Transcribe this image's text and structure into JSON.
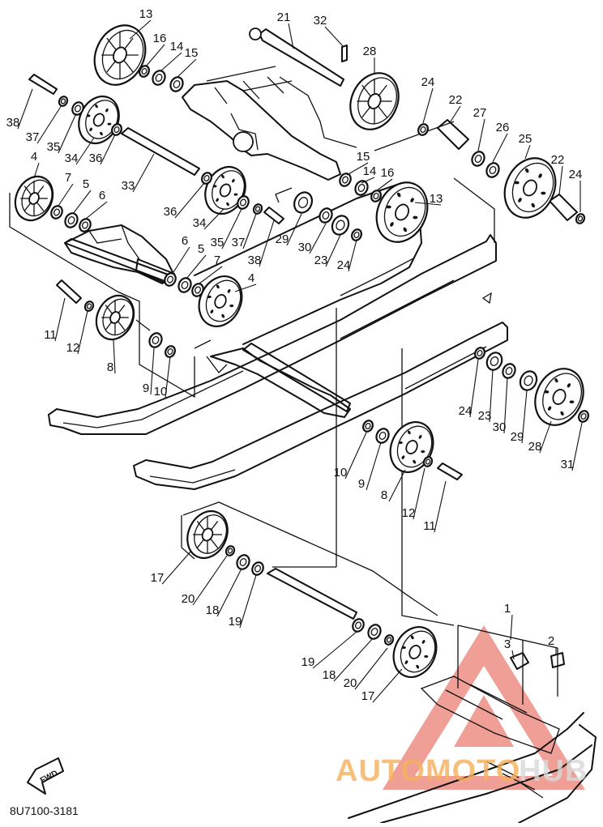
{
  "diagram": {
    "drawing_code": "8U7100-3181",
    "fwd_label": "FWD",
    "watermark": {
      "text_a": "AUTOMOTO",
      "text_b": "HUB",
      "color_a": "#f5b15a",
      "color_b": "#d9d9d9",
      "triangle_color": "#e8685c"
    }
  },
  "callouts": [
    {
      "id": "c13a",
      "label": "13"
    },
    {
      "id": "c16a",
      "label": "16"
    },
    {
      "id": "c14a",
      "label": "14"
    },
    {
      "id": "c15a",
      "label": "15"
    },
    {
      "id": "c21",
      "label": "21"
    },
    {
      "id": "c32",
      "label": "32"
    },
    {
      "id": "c28a",
      "label": "28"
    },
    {
      "id": "c38a",
      "label": "38"
    },
    {
      "id": "c37a",
      "label": "37"
    },
    {
      "id": "c35a",
      "label": "35"
    },
    {
      "id": "c34a",
      "label": "34"
    },
    {
      "id": "c36a",
      "label": "36"
    },
    {
      "id": "c24a",
      "label": "24"
    },
    {
      "id": "c22a",
      "label": "22"
    },
    {
      "id": "c27",
      "label": "27"
    },
    {
      "id": "c26",
      "label": "26"
    },
    {
      "id": "c25",
      "label": "25"
    },
    {
      "id": "c22b",
      "label": "22"
    },
    {
      "id": "c24b",
      "label": "24"
    },
    {
      "id": "c4a",
      "label": "4"
    },
    {
      "id": "c7a",
      "label": "7"
    },
    {
      "id": "c5a",
      "label": "5"
    },
    {
      "id": "c6a",
      "label": "6"
    },
    {
      "id": "c33",
      "label": "33"
    },
    {
      "id": "c36b",
      "label": "36"
    },
    {
      "id": "c34b",
      "label": "34"
    },
    {
      "id": "c35b",
      "label": "35"
    },
    {
      "id": "c37b",
      "label": "37"
    },
    {
      "id": "c38b",
      "label": "38"
    },
    {
      "id": "c15b",
      "label": "15"
    },
    {
      "id": "c14b",
      "label": "14"
    },
    {
      "id": "c16b",
      "label": "16"
    },
    {
      "id": "c13b",
      "label": "13"
    },
    {
      "id": "c29a",
      "label": "29"
    },
    {
      "id": "c30a",
      "label": "30"
    },
    {
      "id": "c23a",
      "label": "23"
    },
    {
      "id": "c24c",
      "label": "24"
    },
    {
      "id": "c6b",
      "label": "6"
    },
    {
      "id": "c5b",
      "label": "5"
    },
    {
      "id": "c7b",
      "label": "7"
    },
    {
      "id": "c4b",
      "label": "4"
    },
    {
      "id": "c11a",
      "label": "11"
    },
    {
      "id": "c12a",
      "label": "12"
    },
    {
      "id": "c8a",
      "label": "8"
    },
    {
      "id": "c9a",
      "label": "9"
    },
    {
      "id": "c10a",
      "label": "10"
    },
    {
      "id": "c24d",
      "label": "24"
    },
    {
      "id": "c23b",
      "label": "23"
    },
    {
      "id": "c30b",
      "label": "30"
    },
    {
      "id": "c29b",
      "label": "29"
    },
    {
      "id": "c28b",
      "label": "28"
    },
    {
      "id": "c31",
      "label": "31"
    },
    {
      "id": "c10b",
      "label": "10"
    },
    {
      "id": "c9b",
      "label": "9"
    },
    {
      "id": "c8b",
      "label": "8"
    },
    {
      "id": "c12b",
      "label": "12"
    },
    {
      "id": "c11b",
      "label": "11"
    },
    {
      "id": "c17a",
      "label": "17"
    },
    {
      "id": "c20a",
      "label": "20"
    },
    {
      "id": "c18a",
      "label": "18"
    },
    {
      "id": "c19a",
      "label": "19"
    },
    {
      "id": "c19b",
      "label": "19"
    },
    {
      "id": "c18b",
      "label": "18"
    },
    {
      "id": "c20b",
      "label": "20"
    },
    {
      "id": "c17b",
      "label": "17"
    },
    {
      "id": "c1",
      "label": "1"
    },
    {
      "id": "c3",
      "label": "3"
    },
    {
      "id": "c2",
      "label": "2"
    }
  ]
}
